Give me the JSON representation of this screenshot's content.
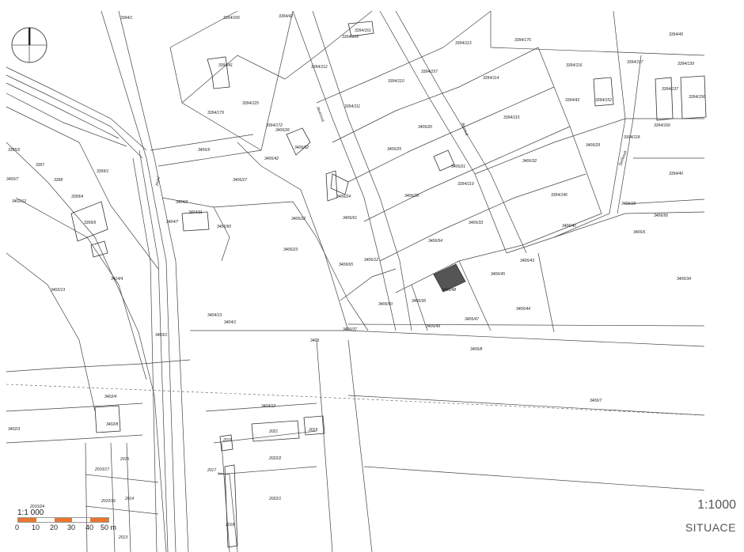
{
  "map": {
    "title": "SITUACE",
    "scale_ratio": "1:1000",
    "highlight_color": "#555555",
    "line_color": "#444444"
  },
  "scale_bar": {
    "ratio": "1:1 000",
    "ticks": [
      "0",
      "10",
      "20",
      "30",
      "40",
      "50 m"
    ],
    "colors": [
      "#e8772e",
      "#ffffff"
    ]
  },
  "north_arrow": {
    "icon": "north-arrow-icon"
  },
  "streets": [
    "Javorová",
    "Bezová",
    "Šeříková",
    "Polní"
  ],
  "parcels": [
    "3394/1",
    "3394/106",
    "3394/42",
    "3394/41",
    "3394/161",
    "3394/109",
    "3394/113",
    "3394/176",
    "3394/45",
    "3394/112",
    "3394/117",
    "3394/139",
    "3394/125",
    "3394/110",
    "3394/157",
    "3394/114",
    "3394/116",
    "3394/43",
    "3394/152",
    "3394/137",
    "3394/156",
    "3394/179",
    "3394/172",
    "3394/111",
    "3394/115",
    "3394/166",
    "3394/118",
    "3406/20",
    "3406/26",
    "3406/62",
    "3406/25",
    "3406/29",
    "3406/42",
    "3406/32",
    "3406/21",
    "3394/119",
    "3394/40",
    "3406/5",
    "3406/27",
    "3406/61",
    "3406/24",
    "3406/28",
    "3394/146",
    "3406/18",
    "3406/56",
    "3406/22",
    "3406/33",
    "3406/40",
    "3406/6",
    "3406/23",
    "3406/54",
    "3406/43",
    "3406/65",
    "3406/34",
    "3406/12",
    "3406/48",
    "3406/45",
    "3406/50",
    "3406/35",
    "3406/44",
    "3406/47",
    "3406/37",
    "3406/49",
    "3406/8",
    "3405",
    "3406/7",
    "3404/13",
    "3404/1",
    "3404/12",
    "3404/2",
    "3404/11",
    "3404/7",
    "3406/60",
    "3395/2",
    "3397",
    "3398",
    "3399/4",
    "3399/1",
    "3399/5",
    "3400/7",
    "3402/12",
    "3403/1",
    "3402/13",
    "3414/4",
    "3402/4",
    "3402/8",
    "3402/3",
    "2015",
    "2010/17",
    "2010/16",
    "2014",
    "2013",
    "2010/24",
    "2016",
    "2021",
    "2019",
    "2022/2",
    "2017",
    "2022/1",
    "2018"
  ]
}
